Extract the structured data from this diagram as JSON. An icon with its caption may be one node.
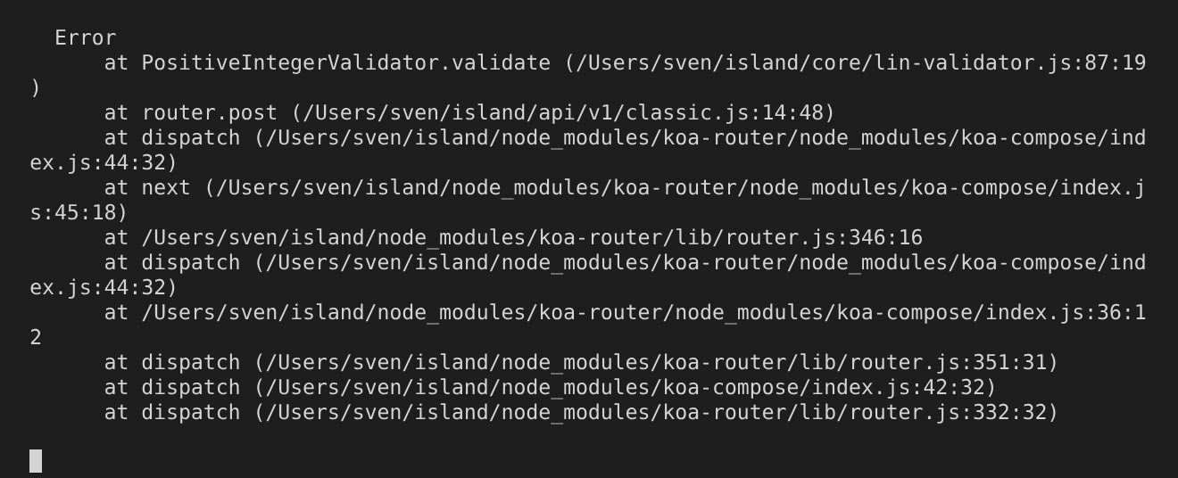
{
  "diagram": {
    "labels": [
      "Error",
      "at PositiveIntegerValidator.validate (/Users/sven/island/core/lin-validator.js:87:19",
      ")",
      "at router.post (/Users/sven/island/api/v1/classic.js:14:48)",
      "at dispatch (/Users/sven/island/node_modules/koa-router/node_modules/koa-compose/ind",
      "ex.js:44:32)",
      "at next (/Users/sven/island/node_modules/koa-router/node_modules/koa-compose/index.j",
      "s:45:18)",
      "at /Users/sven/island/node_modules/koa-router/lib/router.js:346:16",
      "at dispatch (/Users/sven/island/node_modules/koa-router/node_modules/koa-compose/ind",
      "ex.js:44:32)",
      "at /Users/sven/island/node_modules/koa-router/node_modules/koa-compose/index.js:36:1",
      "2",
      "at dispatch (/Users/sven/island/node_modules/koa-router/lib/router.js:351:31)",
      "at dispatch (/Users/sven/island/node_modules/koa-compose/index.js:42:32)",
      "at dispatch (/Users/sven/island/node_modules/koa-router/lib/router.js:332:32)"
    ]
  }
}
